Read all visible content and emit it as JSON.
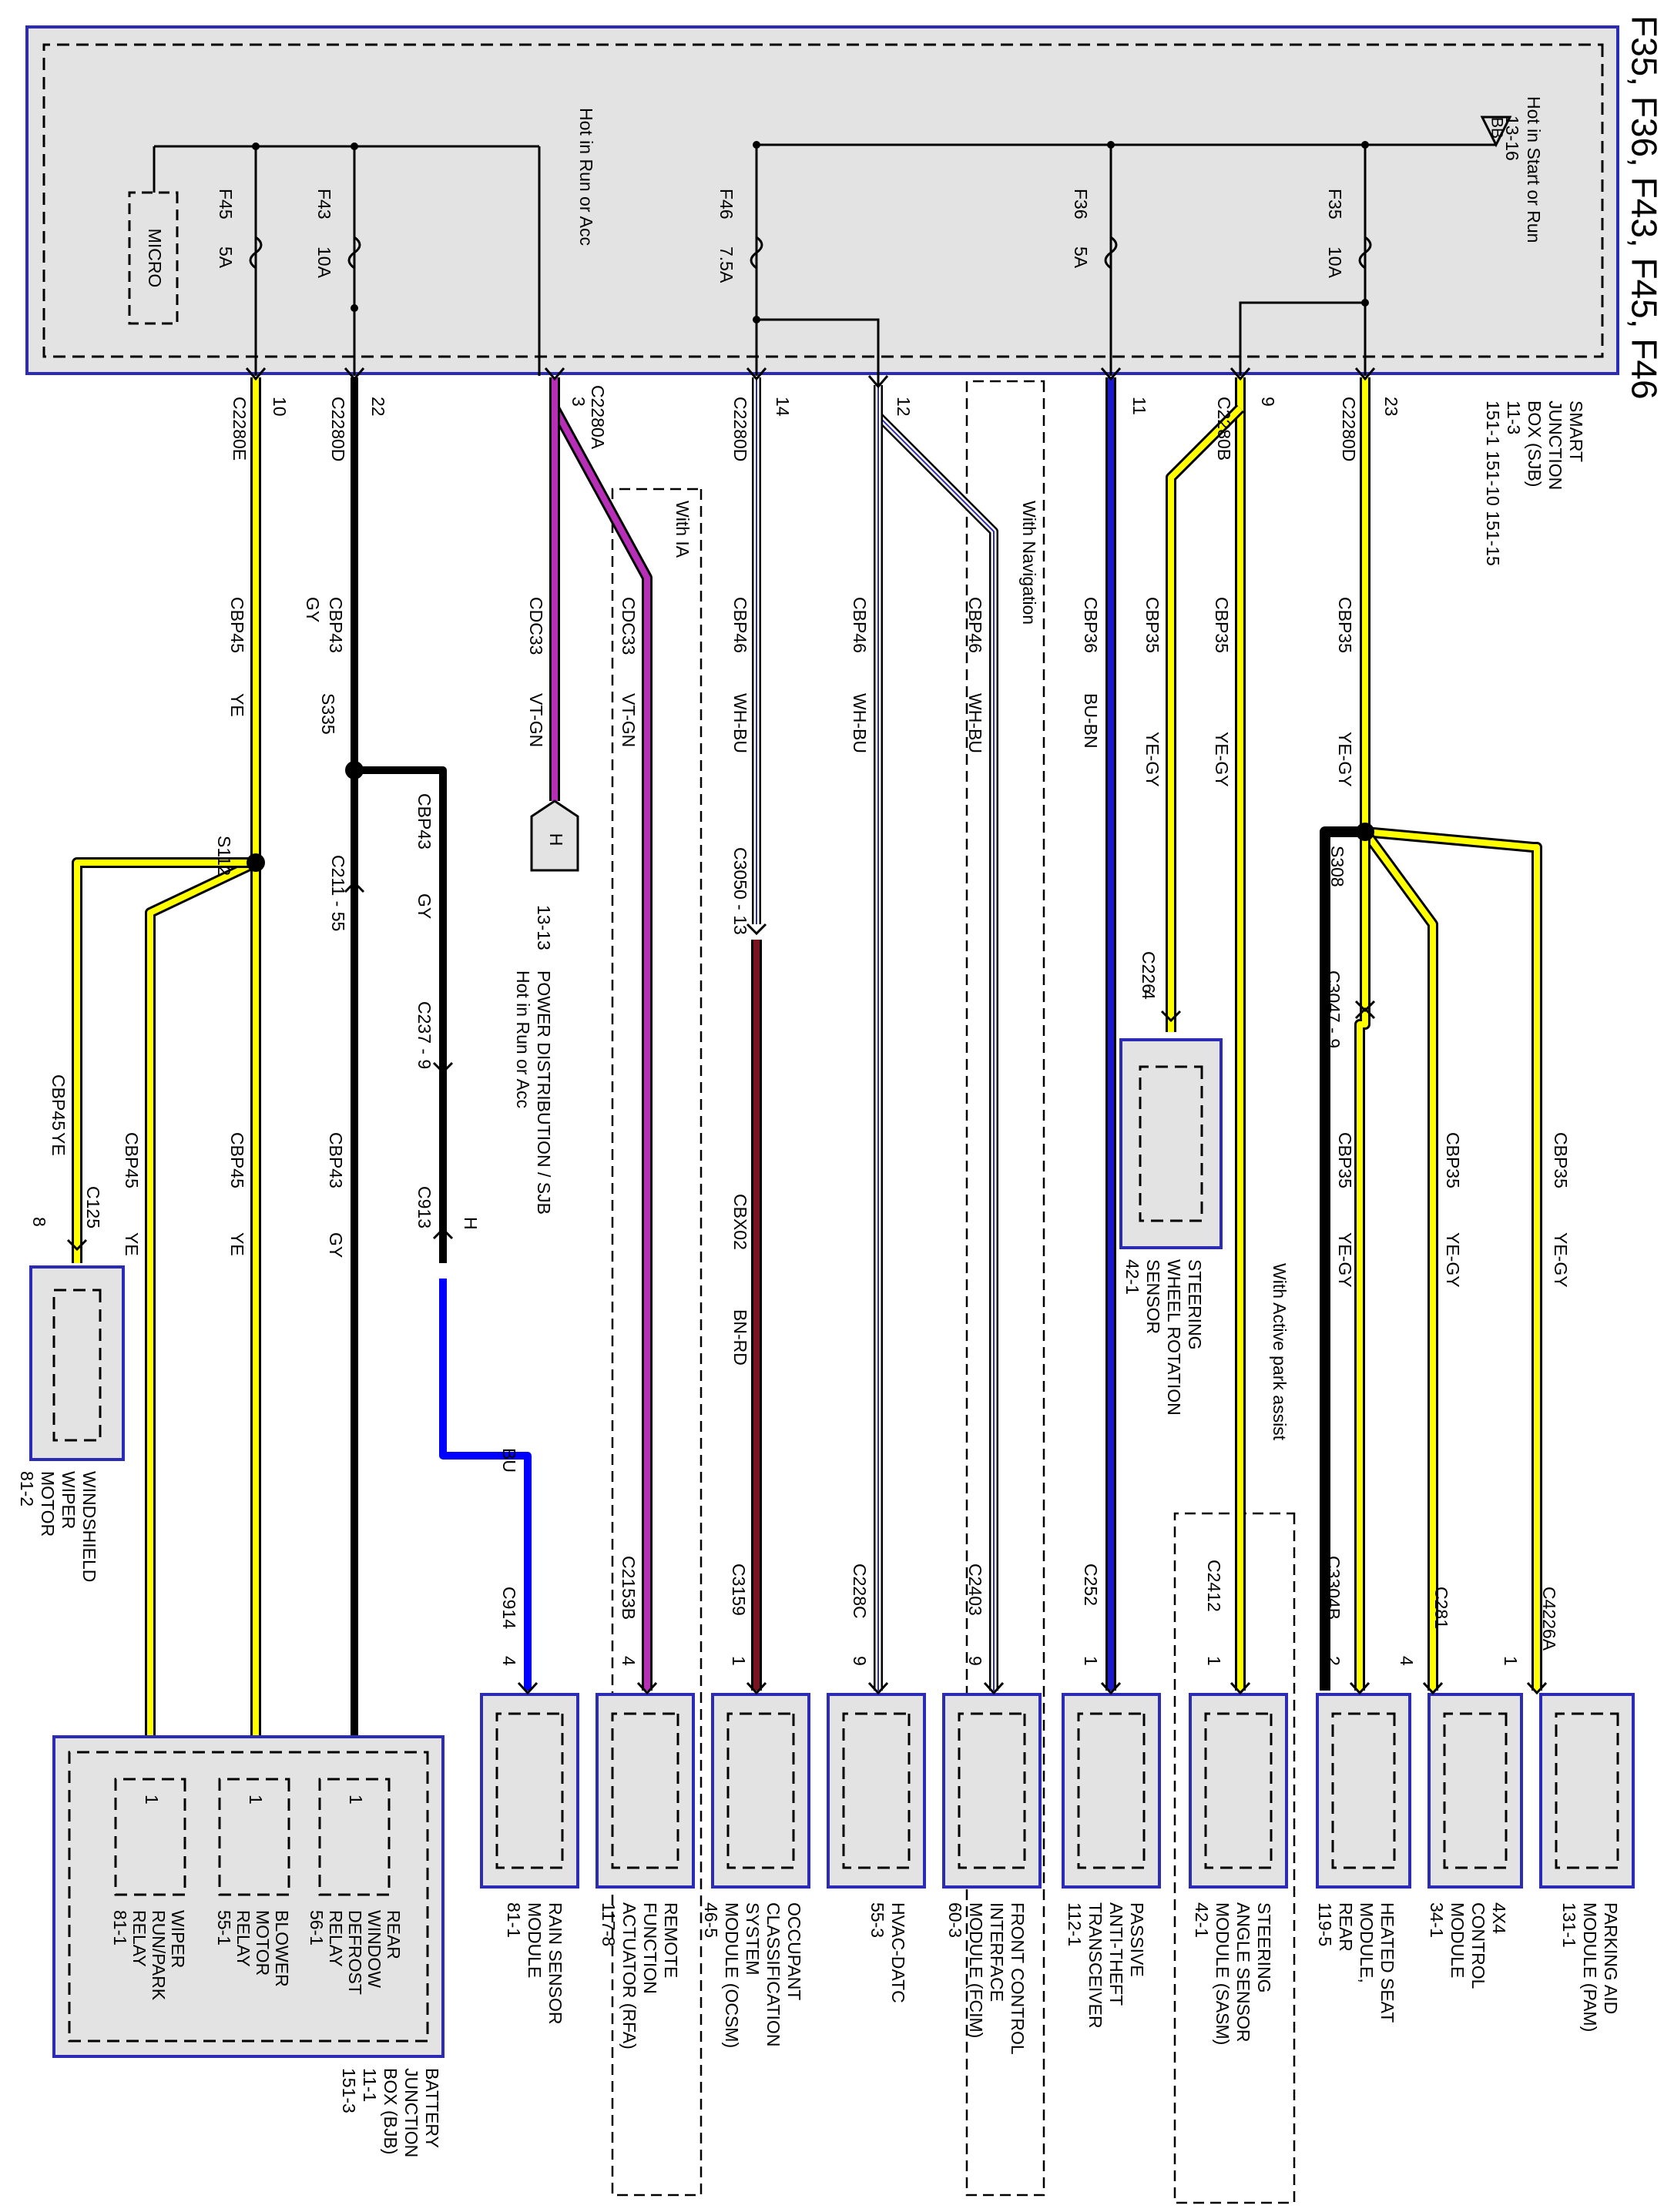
{
  "title": "F35, F36, F43, F45, F46",
  "colors": {
    "YE": "#ffff00",
    "GY": "#000000",
    "VT-GN": "#b72fb7",
    "WH-BU": "#ffffff",
    "BU-BN": "#1a1acc",
    "BU": "#0000ff",
    "BN-RD": "#7a1420",
    "YE-GY": "#ffff00",
    "box_border": "#2b2bb5",
    "box_fill": "#e3e3e3"
  },
  "sjb": {
    "label_lines": [
      "SMART",
      "JUNCTION",
      "BOX (SJB)",
      "11-3",
      "151-1   151-10   151-15"
    ],
    "feed_start_run_lines": [
      "Hot in Start or Run",
      "13-16"
    ],
    "bb_label": "BB",
    "feed_run_acc": "Hot in Run or Acc",
    "micro": "MICRO",
    "fuses": [
      {
        "name": "F35",
        "rating": "10A"
      },
      {
        "name": "F36",
        "rating": "5A"
      },
      {
        "name": "F46",
        "rating": "7.5A"
      },
      {
        "name": "F43",
        "rating": "10A"
      },
      {
        "name": "F45",
        "rating": "5A"
      }
    ]
  },
  "connectors": {
    "c2280d_23": {
      "pin": "23",
      "name": "C2280D"
    },
    "c2280b_9": {
      "pin": "9",
      "name": "C2280B"
    },
    "c2280b_11": {
      "pin": "11",
      "name": ""
    },
    "c2280d_12": {
      "pin": "12",
      "name": ""
    },
    "c2280d_14": {
      "pin": "14",
      "name": "C2280D"
    },
    "c2280a_3": {
      "pin": "3",
      "name": "C2280A"
    },
    "c2280d_22": {
      "pin": "22",
      "name": "C2280D"
    },
    "c2280e_10": {
      "pin": "10",
      "name": "C2280E"
    }
  },
  "wire_labels": {
    "cbp35": "CBP35",
    "ye_gy": "YE-GY",
    "cbp36": "CBP36",
    "bu_bn": "BU-BN",
    "cbp46": "CBP46",
    "wh_bu": "WH-BU",
    "cdc33": "CDC33",
    "vt_gn": "VT-GN",
    "cbp43": "CBP43",
    "gy": "GY",
    "cbp45": "CBP45",
    "ye": "YE",
    "cbx02": "CBX02",
    "bn_rd": "BN-RD",
    "bu": "BU"
  },
  "splices": {
    "s308": "S308",
    "s335": "S335",
    "s112": "S112"
  },
  "inline": {
    "c3047": "C3047  -  9",
    "c226": "C226",
    "c226_pin": "4",
    "c3050": "C3050  -  13",
    "c211": "C211  -  55",
    "c237": "C237  -  9",
    "c913": "C913",
    "c913_pin": "H",
    "c125": "C125",
    "c125_pin": "8"
  },
  "notes": {
    "with_navigation": "With Navigation",
    "with_ia": "With IA",
    "with_active_park_assist": "With Active park assist",
    "pd_ref": "13-13",
    "pd_title": "POWER DISTRIBUTION / SJB",
    "pd_sub": "Hot in Run or Acc",
    "h": "H"
  },
  "modules": [
    {
      "connector": "C4226A",
      "pin": "1",
      "lines": [
        "PARKING AID",
        "MODULE (PAM)",
        "131-1"
      ]
    },
    {
      "connector": "C281",
      "pin": "4",
      "lines": [
        "4X4",
        "CONTROL",
        "MODULE",
        "34-1"
      ]
    },
    {
      "connector": "C3304B",
      "pin": "2",
      "lines": [
        "HEATED SEAT",
        "MODULE,",
        "REAR",
        "119-5"
      ]
    },
    {
      "connector": "C2412",
      "pin": "1",
      "lines": [
        "STEERING",
        "ANGLE SENSOR",
        "MODULE (SASM)",
        "42-1"
      ]
    },
    {
      "connector": "C252",
      "pin": "1",
      "lines": [
        "PASSIVE",
        "ANTI-THEFT",
        "TRANSCEIVER",
        "112-1"
      ]
    },
    {
      "connector": "C2403",
      "pin": "9",
      "lines": [
        "FRONT CONTROL",
        "INTERFACE",
        "MODULE (FCIM)",
        "60-3"
      ]
    },
    {
      "connector": "C228C",
      "pin": "9",
      "lines": [
        "HVAC-DATC",
        "55-3"
      ]
    },
    {
      "connector": "C3159",
      "pin": "1",
      "lines": [
        "OCCUPANT",
        "CLASSIFICATION",
        "SYSTEM",
        "MODULE (OCSM)",
        "46-5"
      ]
    },
    {
      "connector": "C2153B",
      "pin": "4",
      "lines": [
        "REMOTE",
        "FUNCTION",
        "ACTUATOR (RFA)",
        "117-8"
      ]
    },
    {
      "connector": "C914",
      "pin": "4",
      "lines": [
        "RAIN SENSOR",
        "MODULE",
        "81-1"
      ]
    }
  ],
  "swrs": {
    "lines": [
      "STEERING",
      "WHEEL ROTATION",
      "SENSOR",
      "42-1"
    ]
  },
  "wiper": {
    "lines": [
      "WINDSHIELD",
      "WIPER",
      "MOTOR",
      "81-2"
    ]
  },
  "bjb": {
    "lines": [
      "BATTERY",
      "JUNCTION",
      "BOX (BJB)",
      "11-1",
      "151-3"
    ],
    "relays": [
      {
        "pin": "1",
        "lines": [
          "REAR",
          "WINDOW",
          "DEFROST",
          "RELAY",
          "56-1"
        ]
      },
      {
        "pin": "1",
        "lines": [
          "BLOWER",
          "MOTOR",
          "RELAY",
          "55-1"
        ]
      },
      {
        "pin": "1",
        "lines": [
          "WIPER",
          "RUN/PARK",
          "RELAY",
          "81-1"
        ]
      }
    ]
  }
}
